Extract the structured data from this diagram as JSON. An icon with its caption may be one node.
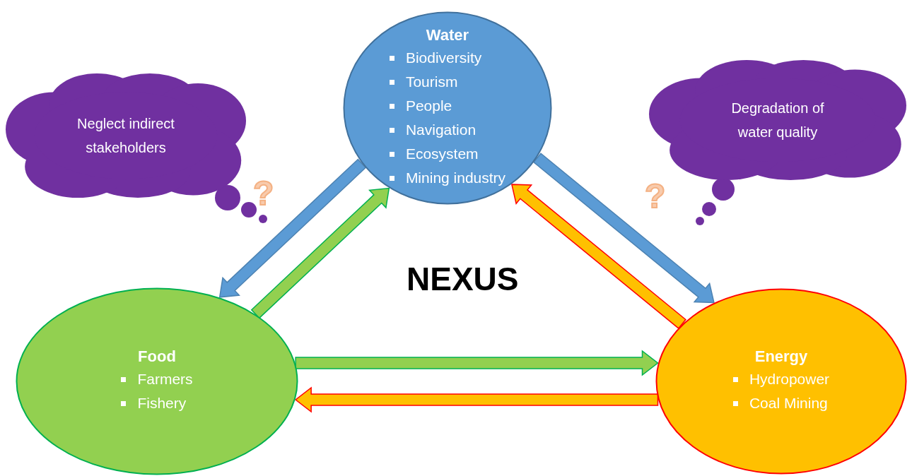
{
  "diagram": {
    "nodes": [
      {
        "text": [
          "Water",
          "Biodiversity",
          "Tourism",
          "People",
          "Navigation",
          "Ecosystem",
          "Mining industry"
        ]
      },
      {
        "text": [
          "Food",
          "Farmers",
          "Fishery"
        ]
      },
      {
        "text": [
          "Energy",
          "Hydropower",
          "Coal Mining"
        ]
      },
      {
        "text": [
          "Neglect indirect stakeholders"
        ]
      },
      {
        "text": [
          "Degradation of water quality"
        ]
      }
    ],
    "edges": [
      {
        "from": 0,
        "to": 1,
        "arrow": "to",
        "style": "thick",
        "color": "#5b9bd5"
      },
      {
        "from": 1,
        "to": 0,
        "arrow": "to",
        "style": "thick",
        "color": "#92d050"
      },
      {
        "from": 0,
        "to": 2,
        "arrow": "to",
        "style": "thick",
        "color": "#5b9bd5"
      },
      {
        "from": 2,
        "to": 0,
        "arrow": "to",
        "style": "thick",
        "color": "#ffc000"
      },
      {
        "from": 1,
        "to": 2,
        "arrow": "to",
        "style": "thick",
        "color": "#92d050"
      },
      {
        "from": 2,
        "to": 1,
        "arrow": "to",
        "style": "thick",
        "color": "#ffc000"
      }
    ],
    "labels": [
      "?",
      "?",
      "NEXUS"
    ]
  }
}
